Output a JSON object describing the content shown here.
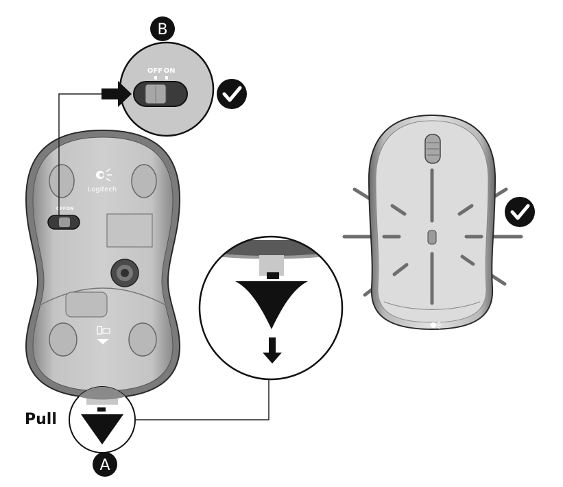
{
  "steps": {
    "a": {
      "marker": "A",
      "caption": "Pull"
    },
    "b": {
      "marker": "B"
    }
  },
  "switch": {
    "off_label": "OFF",
    "on_label": "ON"
  },
  "brand": {
    "name": "Logitech"
  },
  "icons": [
    "checkmark-icon",
    "arrow-down-icon",
    "arrow-right-icon",
    "battery-icon",
    "logitech-logo-icon"
  ],
  "colors": {
    "body": "#c8c8c8",
    "body_dark": "#5a5a5a",
    "shell": "#d9d9d9",
    "ink": "#111111",
    "ray": "#6e6e6e"
  }
}
